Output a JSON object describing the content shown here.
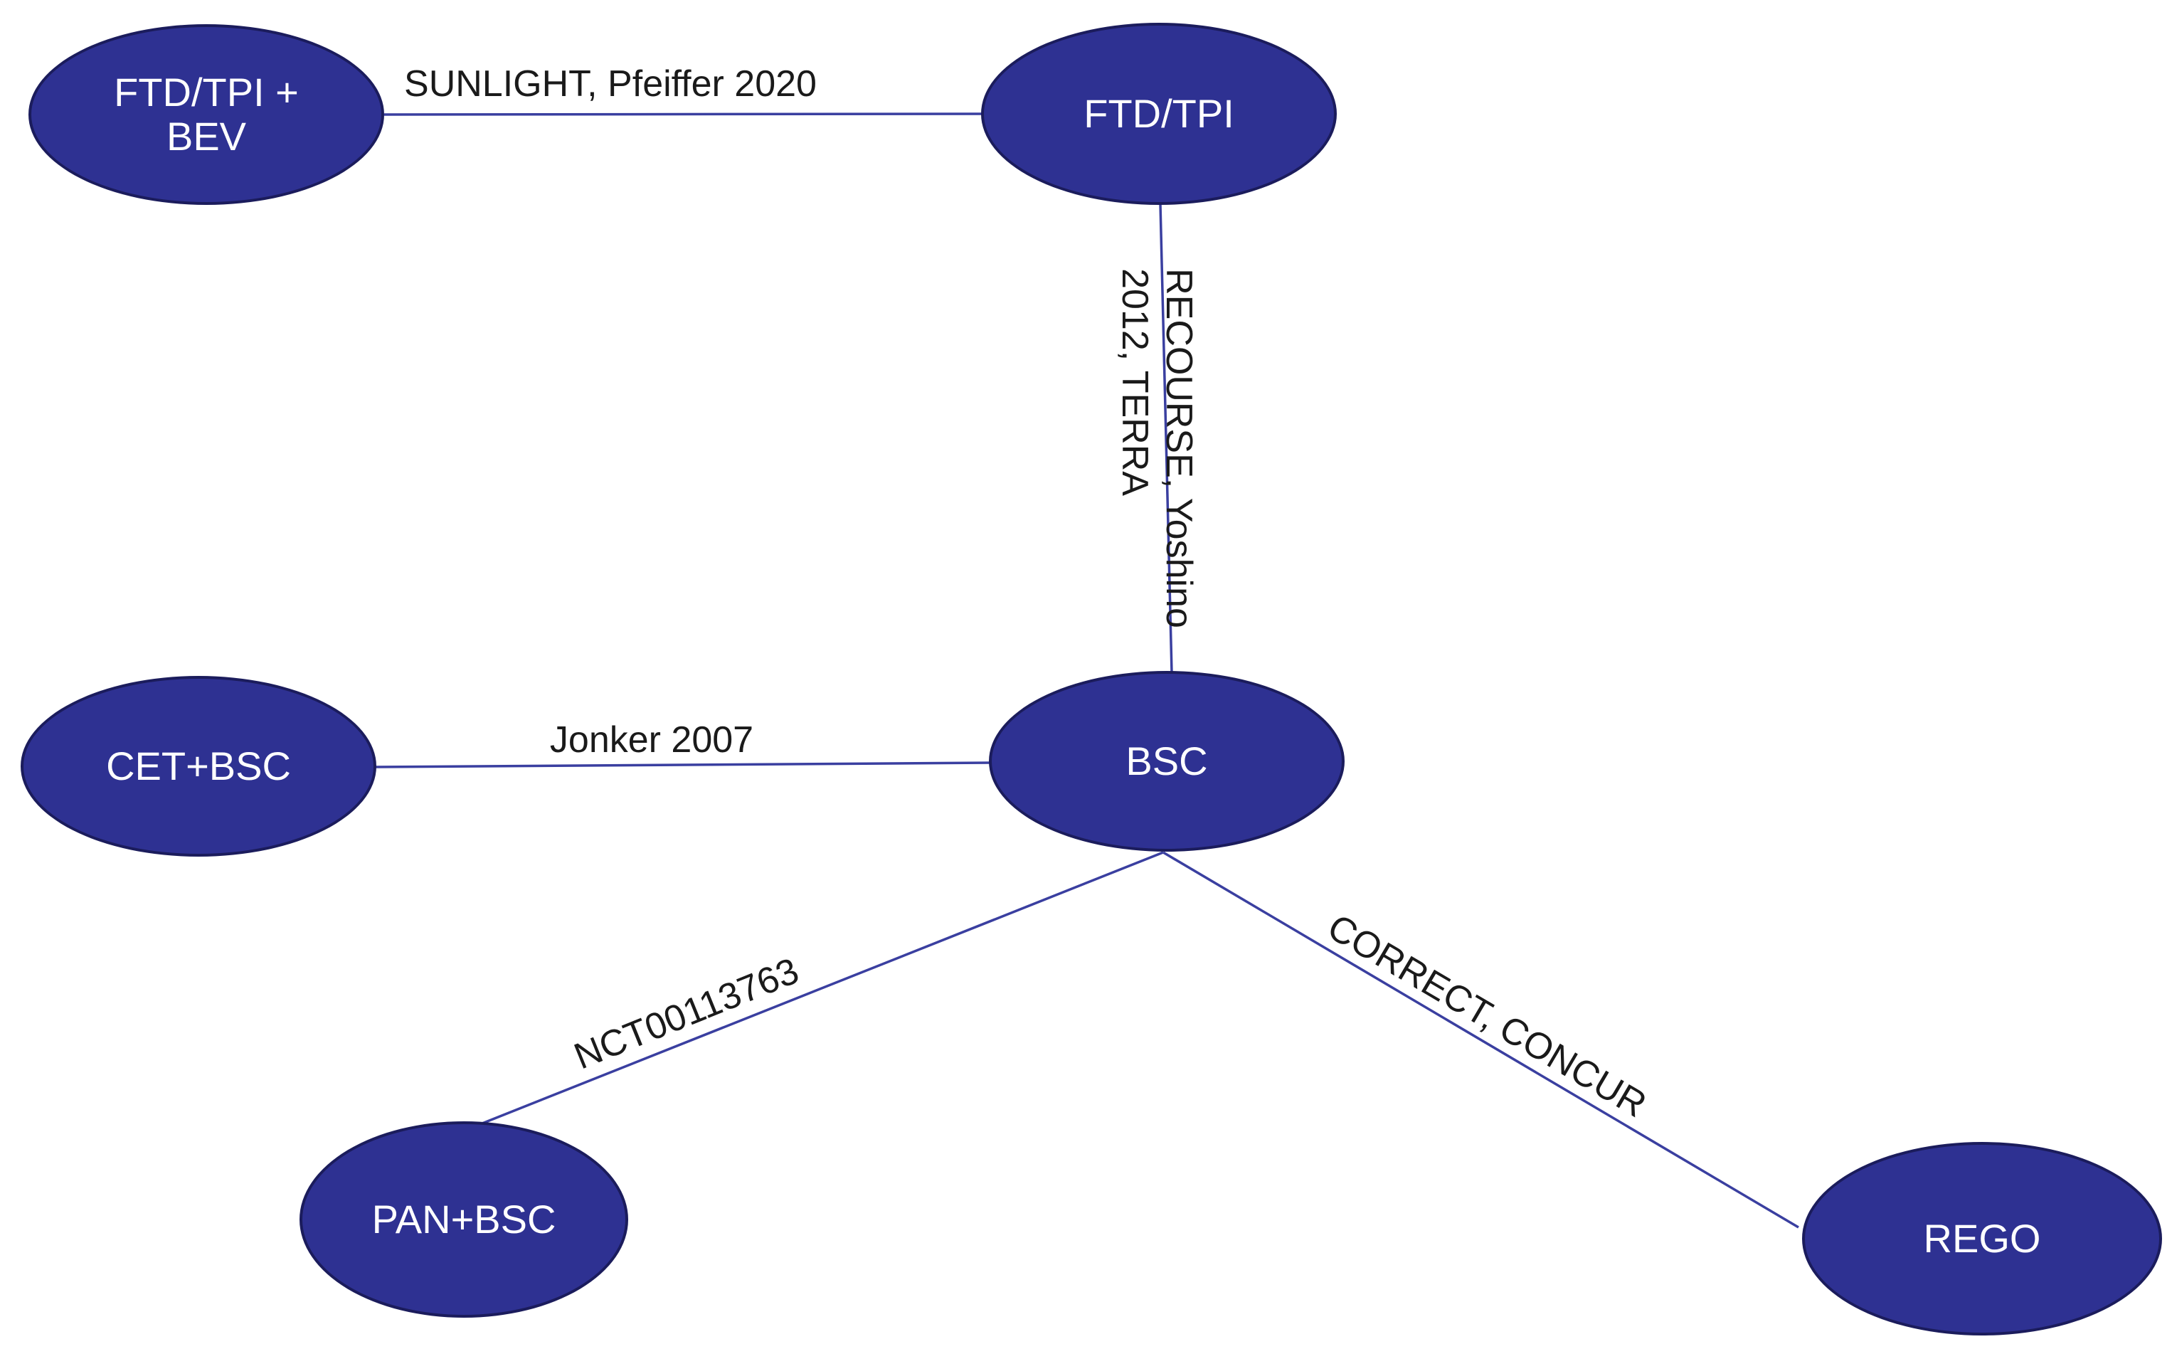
{
  "diagram": {
    "type": "network-graph",
    "description": "Evidence network of treatments connected by trial labels",
    "nodes": [
      {
        "id": "ftdtpi-bev",
        "label": "FTD/TPI + BEV",
        "lines": [
          "FTD/TPI +",
          "BEV"
        ]
      },
      {
        "id": "ftdtpi",
        "label": "FTD/TPI"
      },
      {
        "id": "cet-bsc",
        "label": "CET+BSC"
      },
      {
        "id": "bsc",
        "label": "BSC"
      },
      {
        "id": "pan-bsc",
        "label": "PAN+BSC"
      },
      {
        "id": "rego",
        "label": "REGO"
      }
    ],
    "edges": [
      {
        "from": "FTD/TPI + BEV",
        "to": "FTD/TPI",
        "label": "SUNLIGHT, Pfeiffer 2020"
      },
      {
        "from": "FTD/TPI",
        "to": "BSC",
        "label": "RECOURSE, Yoshino 2012, TERRA",
        "label_lines": [
          "RECOURSE, Yoshino",
          "2012, TERRA"
        ]
      },
      {
        "from": "CET+BSC",
        "to": "BSC",
        "label": "Jonker 2007"
      },
      {
        "from": "BSC",
        "to": "PAN+BSC",
        "label": "NCT00113763"
      },
      {
        "from": "BSC",
        "to": "REGO",
        "label": "CORRECT, CONCUR"
      }
    ],
    "colors": {
      "node_fill": "#2E3192",
      "node_border": "#1B1C5C",
      "node_text": "#FFFFFF",
      "edge_line": "#3A3FA0",
      "edge_label_text": "#1A1A1A",
      "background": "#FFFFFF"
    }
  }
}
